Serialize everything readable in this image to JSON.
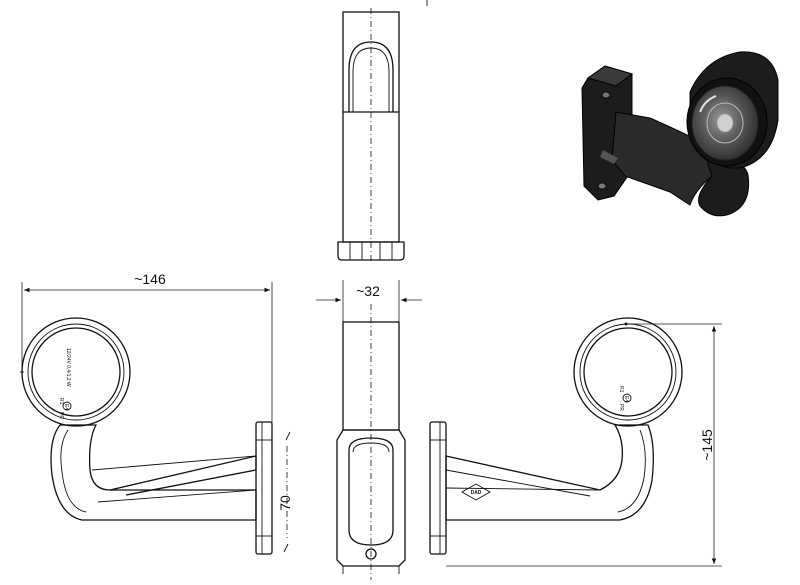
{
  "dimensions": {
    "width_label": "~146",
    "depth_label": "~32",
    "height_label": "~145",
    "mount_label": "70"
  },
  "lamp_markings": {
    "voltage": "12/24V  0,4/1,2 W",
    "approval_left": "R1",
    "approval_mark": "E4",
    "approval_right": "PR",
    "logo": "DAD"
  },
  "colors": {
    "line": "#111111",
    "render_body": "#1c1c1c",
    "background": "#ffffff"
  }
}
